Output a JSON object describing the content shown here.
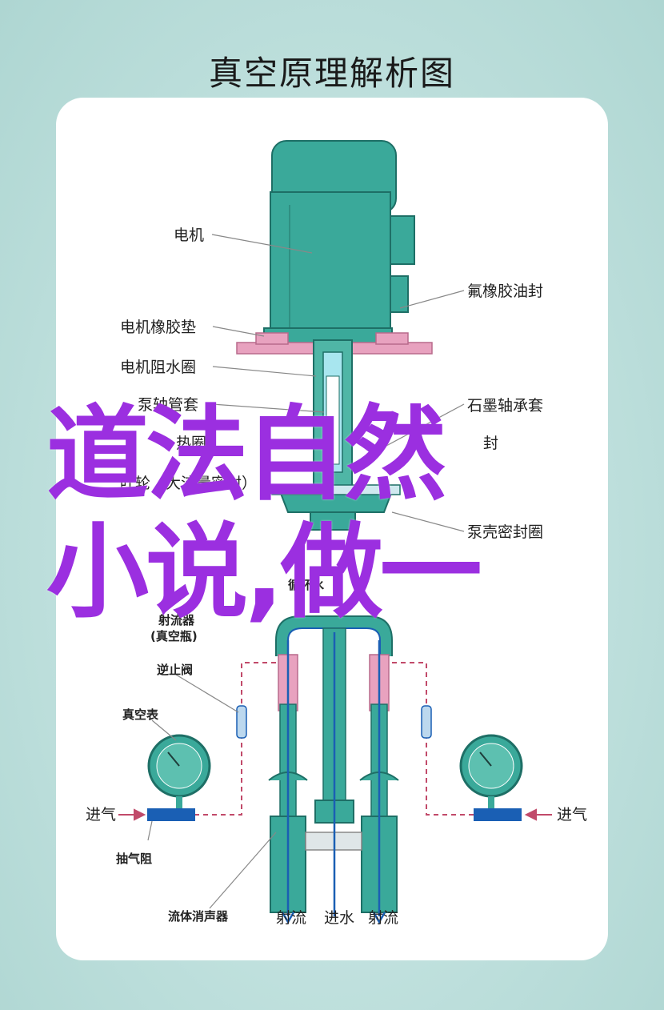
{
  "title": "真空原理解析图",
  "overlay": {
    "line1": "道法自然",
    "line2": "小说,做一"
  },
  "labels": {
    "motor": "电机",
    "fluoro_seal": "氟橡胶油封",
    "motor_gasket": "电机橡胶垫",
    "motor_water_ring": "电机阻水圈",
    "pump_sleeve": "泵轴管套",
    "graphite_bearing": "石墨轴承套",
    "heat_ring": "热圈",
    "impeller_seal": "叶轮（大流量密封）",
    "seal_fragment": "封",
    "pump_shell_ring": "泵壳密封圈",
    "circulation_water": "循环水",
    "ejector": "射流器",
    "ejector_paren": "(真空瓶)",
    "check_valve": "逆止阀",
    "vacuum_gauge": "真空表",
    "air_in_left": "进气",
    "air_in_right": "进气",
    "air_resist": "抽气阻",
    "fluid_silencer": "流体消声器",
    "jet_left": "射流",
    "water_in": "进水",
    "jet_right": "射流"
  },
  "colors": {
    "teal": "#3aa99a",
    "teal_dark": "#1e6f66",
    "pink": "#e8a2bf",
    "purple": "#9b2fe0",
    "blue": "#1a5fb4",
    "dash_red": "#c14a6a"
  }
}
